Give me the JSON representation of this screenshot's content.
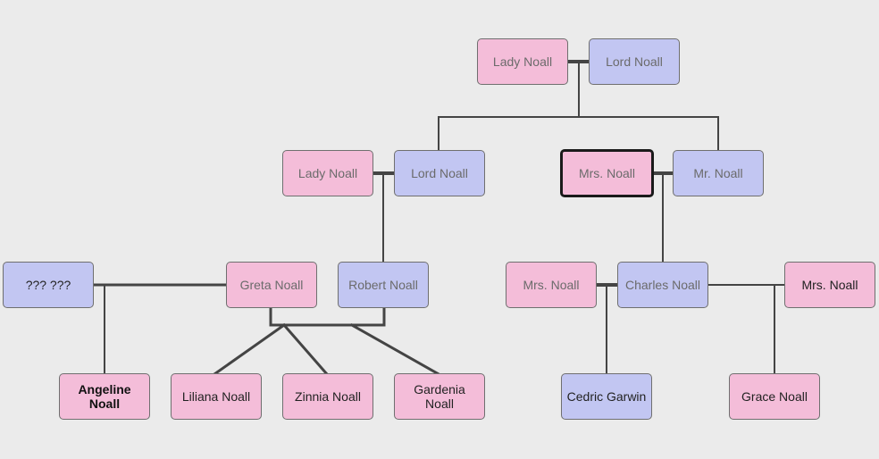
{
  "colors": {
    "female": "#f4bdd9",
    "male": "#c2c6f2",
    "line": "#444444",
    "background": "#ebebeb"
  },
  "people": {
    "gg_lady": "Lady Noall",
    "gg_lord": "Lord Noall",
    "g_lady": "Lady Noall",
    "g_lord": "Lord Noall",
    "g_mrs": "Mrs. Noall",
    "g_mr": "Mr. Noall",
    "unknown": "??? ???",
    "greta": "Greta Noall",
    "robert": "Robert Noall",
    "p_mrs1": "Mrs. Noall",
    "charles": "Charles Noall",
    "p_mrs2": "Mrs. Noall",
    "angeline": "Angeline Noall",
    "liliana": "Liliana Noall",
    "zinnia": "Zinnia Noall",
    "gardenia": "Gardenia Noall",
    "cedric": "Cedric Garwin",
    "grace": "Grace Noall"
  }
}
